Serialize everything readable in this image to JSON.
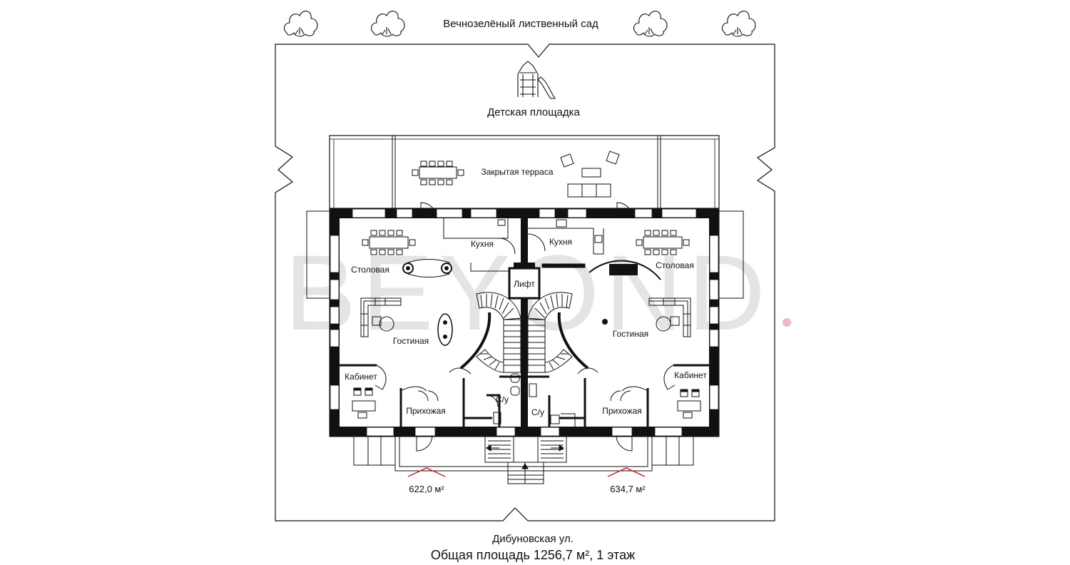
{
  "garden_label": "Вечнозелёный лиственный сад",
  "playground_label": "Детская площадка",
  "terrace_label": "Закрытая терраса",
  "watermark": "BEYOND",
  "watermark_dot_color": "#f4b8c1",
  "accent_color": "#d42020",
  "rooms": {
    "left": {
      "dining": "Столовая",
      "kitchen": "Кухня",
      "living": "Гостиная",
      "office": "Кабинет",
      "hall": "Прихожая",
      "wc": "С/у"
    },
    "right": {
      "dining": "Столовая",
      "kitchen": "Кухня",
      "living": "Гостиная",
      "office": "Кабинет",
      "hall": "Прихожая",
      "wc": "С/у"
    },
    "lift": "Лифт"
  },
  "areas": {
    "left": "622,0 м²",
    "right": "634,7 м²"
  },
  "street_label": "Дибуновская ул.",
  "total_caption": "Общая площадь 1256,7 м², 1 этаж"
}
